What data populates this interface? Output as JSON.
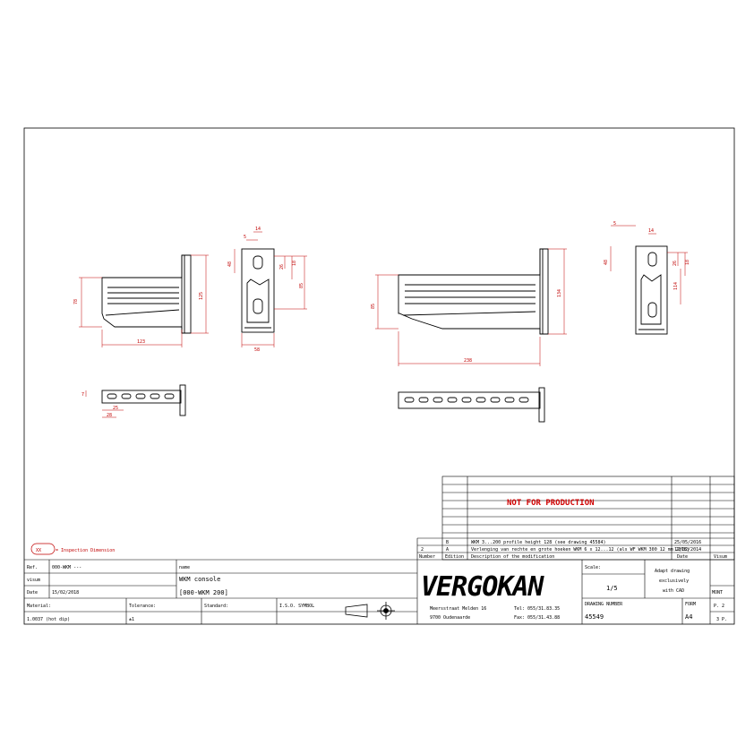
{
  "drawing": {
    "banner": "NOT FOR PRODUCTION",
    "inspection_note": "= Inspection Dimension",
    "inspection_symbol": "XX",
    "views": {
      "left": {
        "dims": [
          "14",
          "5",
          "48",
          "18",
          "26",
          "85",
          "78",
          "123",
          "125",
          "58",
          "7",
          "25",
          "28"
        ]
      },
      "right": {
        "dims": [
          "5",
          "14",
          "48",
          "18",
          "26",
          "134",
          "85",
          "238",
          "114"
        ]
      }
    }
  },
  "revisions": {
    "rows": [
      {
        "number": "",
        "edition": "B",
        "description": "WKM 3...200 profile height 128 (see drawing 45584)",
        "date": "25/05/2016"
      },
      {
        "number": "2",
        "edition": "A",
        "description": "Verlenging van rechte en grote hoeken WKM 6 x 12...12 (als WF WKM 300 12 mm 2018)",
        "date": "12/02/2014"
      }
    ],
    "headers": {
      "number": "Number",
      "edition": "Edition",
      "description": "Description of the modification",
      "date": "Date",
      "visum": "Visum"
    }
  },
  "title_block": {
    "ref_label": "Ref.",
    "ref_value": "000-WKM ---",
    "visum_label": "visum",
    "date_label": "Date",
    "date_value": "15/02/2018",
    "name_label": "name",
    "name_line1": "WKM console",
    "name_line2": "[000-WKM 200]",
    "material_label": "Material:",
    "material_value": "1.0037 (hot dip)",
    "tolerance_label": "Tolerance:",
    "tolerance_value": "±1",
    "standard_label": "Standard:",
    "iso_label": "I.S.O. SYMBOL",
    "company": "VERGOKAN",
    "address1": "Meersstraat Melden 16",
    "address2": "9700 Oudenaarde",
    "tel": "Tel: 055/31.83.35",
    "fax": "Fax: 055/31.43.88",
    "scale_label": "Scale:",
    "scale_value": "1/5",
    "cad_note_1": "Adapt drawing",
    "cad_note_2": "exclusively",
    "cad_note_3": "with CAD",
    "mont": "MONT",
    "drawing_number_label": "DRAWING NUMBER",
    "drawing_number": "45549",
    "form_label": "FORM",
    "form_value": "A4",
    "page": "P. 2",
    "pages": "3 P."
  }
}
